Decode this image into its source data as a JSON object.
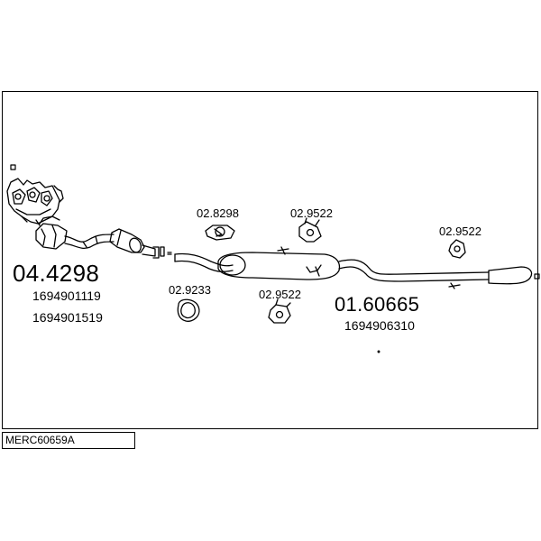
{
  "diagram": {
    "catalog_code": "MERC60659A",
    "parts": {
      "front_section": {
        "number": "04.4298",
        "oem_1": "1694901119",
        "oem_2": "1694901519"
      },
      "rear_section": {
        "number": "01.60665",
        "oem": "1694906310"
      },
      "hanger_a": {
        "number": "02.8298"
      },
      "hanger_b": {
        "number": "02.9522"
      },
      "hanger_c": {
        "number": "02.9522"
      },
      "hanger_d": {
        "number": "02.9522"
      },
      "gasket": {
        "number": "02.9233"
      }
    }
  }
}
